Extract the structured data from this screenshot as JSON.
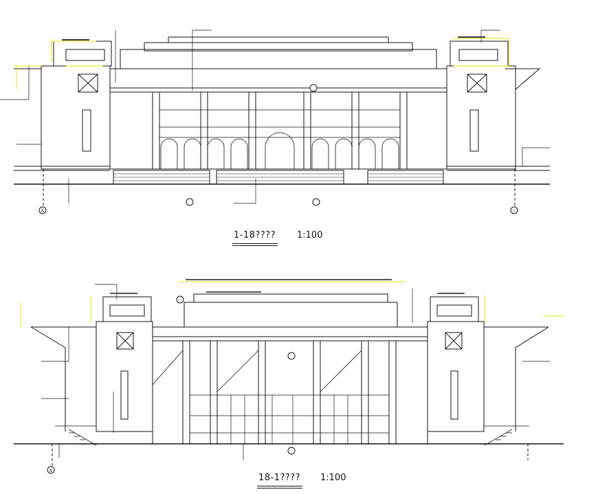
{
  "elevations": [
    {
      "title": "1-18????",
      "scale": "1:100",
      "axis_left": "A",
      "axis_right": "I"
    },
    {
      "title": "18-1????",
      "scale": "1:100",
      "axis_left": "A",
      "axis_right": ""
    }
  ],
  "colors": {
    "line": "#111111",
    "dimension": "#e6e600",
    "background": "#ffffff"
  }
}
